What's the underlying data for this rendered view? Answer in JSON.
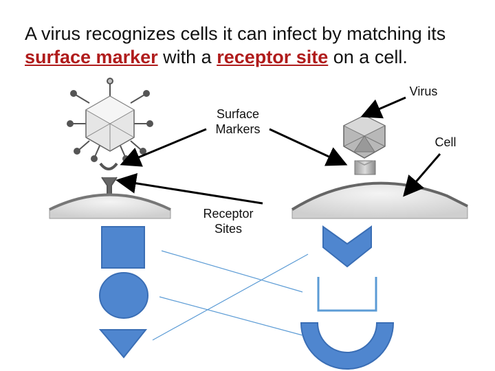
{
  "title": {
    "part1": "A virus recognizes cells it can infect by matching its ",
    "highlight1": "surface marker",
    "part2": " with a ",
    "highlight2": "receptor site",
    "part3": " on a cell."
  },
  "labels": {
    "surface_markers_line1": "Surface",
    "surface_markers_line2": "Markers",
    "receptor_sites_line1": "Receptor",
    "receptor_sites_line2": "Sites",
    "virus": "Virus",
    "cell": "Cell"
  },
  "colors": {
    "highlight": "#b01c1c",
    "shape_fill": "#4f86cf",
    "shape_stroke": "#3a6eb5",
    "match_line": "#5b9bd5",
    "arrow": "#000000"
  },
  "shapes": {
    "markers": [
      "square",
      "circle",
      "triangle"
    ],
    "receptors": [
      "chevron",
      "open-rectangle",
      "half-ring"
    ]
  }
}
